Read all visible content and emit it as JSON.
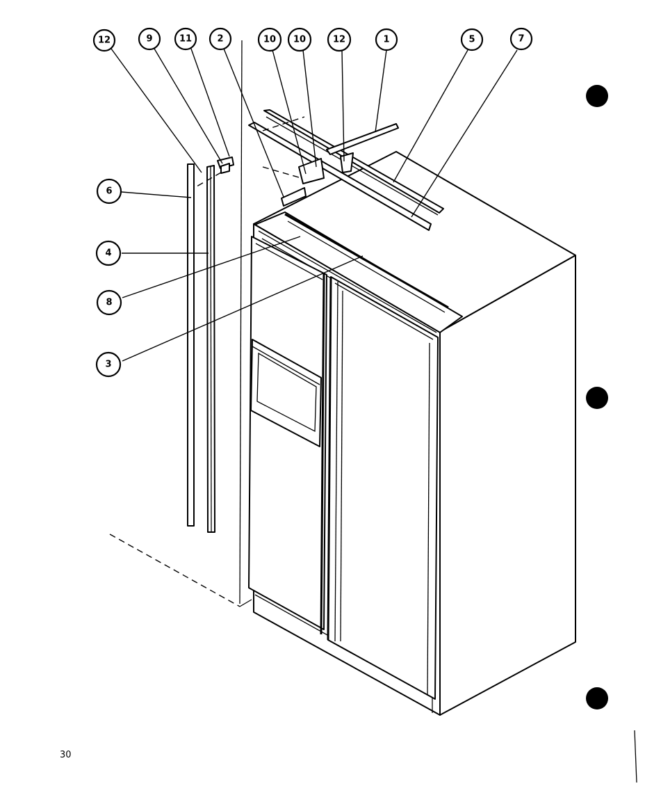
{
  "page_number": "30",
  "callouts": [
    {
      "id": "c1",
      "label": "12"
    },
    {
      "id": "c2",
      "label": "9"
    },
    {
      "id": "c3",
      "label": "11"
    },
    {
      "id": "c4",
      "label": "2"
    },
    {
      "id": "c5",
      "label": "10"
    },
    {
      "id": "c6",
      "label": "10"
    },
    {
      "id": "c7",
      "label": "12"
    },
    {
      "id": "c8",
      "label": "1"
    },
    {
      "id": "c9",
      "label": "5"
    },
    {
      "id": "c10",
      "label": "7"
    },
    {
      "id": "c11",
      "label": "6"
    },
    {
      "id": "c12",
      "label": "4"
    },
    {
      "id": "c13",
      "label": "8"
    },
    {
      "id": "c14",
      "label": "3"
    }
  ],
  "colors": {
    "ink": "#000000",
    "paper": "#ffffff"
  }
}
